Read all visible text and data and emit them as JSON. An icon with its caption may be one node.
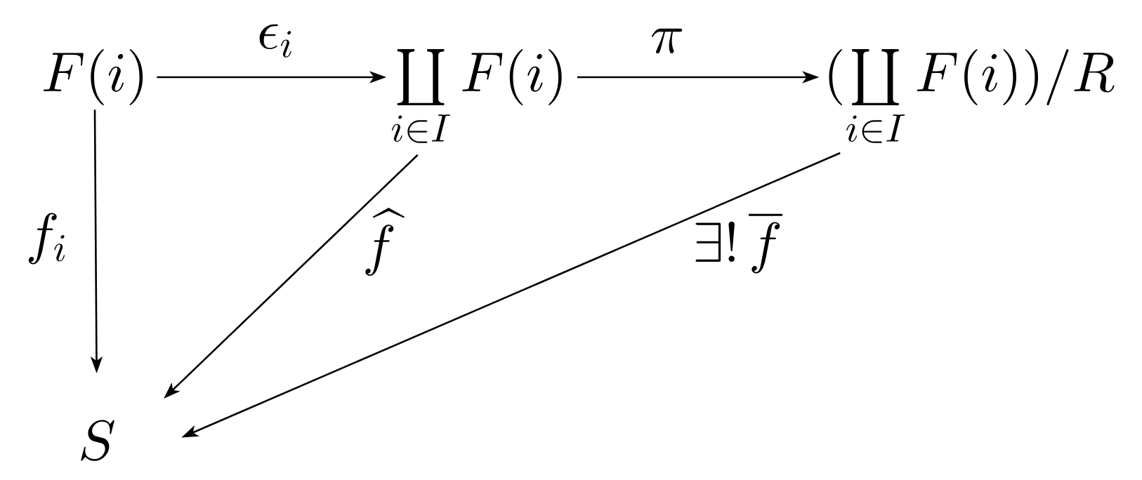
{
  "diagram": {
    "nodes": [
      {
        "text": [
          "F(i)"
        ]
      },
      {
        "text": [
          "\\coprod\\limits_{i\\in I} F(i)"
        ]
      },
      {
        "text": [
          "(\\coprod\\limits_{i\\in I} F(i))/R"
        ]
      },
      {
        "text": [
          "S"
        ]
      }
    ],
    "edges": [
      {
        "from": 0,
        "to": 1,
        "arrow": "to",
        "label": "\\epsilon_i"
      },
      {
        "from": 1,
        "to": 2,
        "arrow": "to",
        "label": "\\pi"
      },
      {
        "from": 0,
        "to": 3,
        "arrow": "to",
        "label": "f_i"
      },
      {
        "from": 1,
        "to": 3,
        "arrow": "to",
        "label": "\\widehat{f}"
      },
      {
        "from": 2,
        "to": 3,
        "arrow": "to",
        "label": "\\exists!\\,\\overline{f}"
      }
    ]
  }
}
